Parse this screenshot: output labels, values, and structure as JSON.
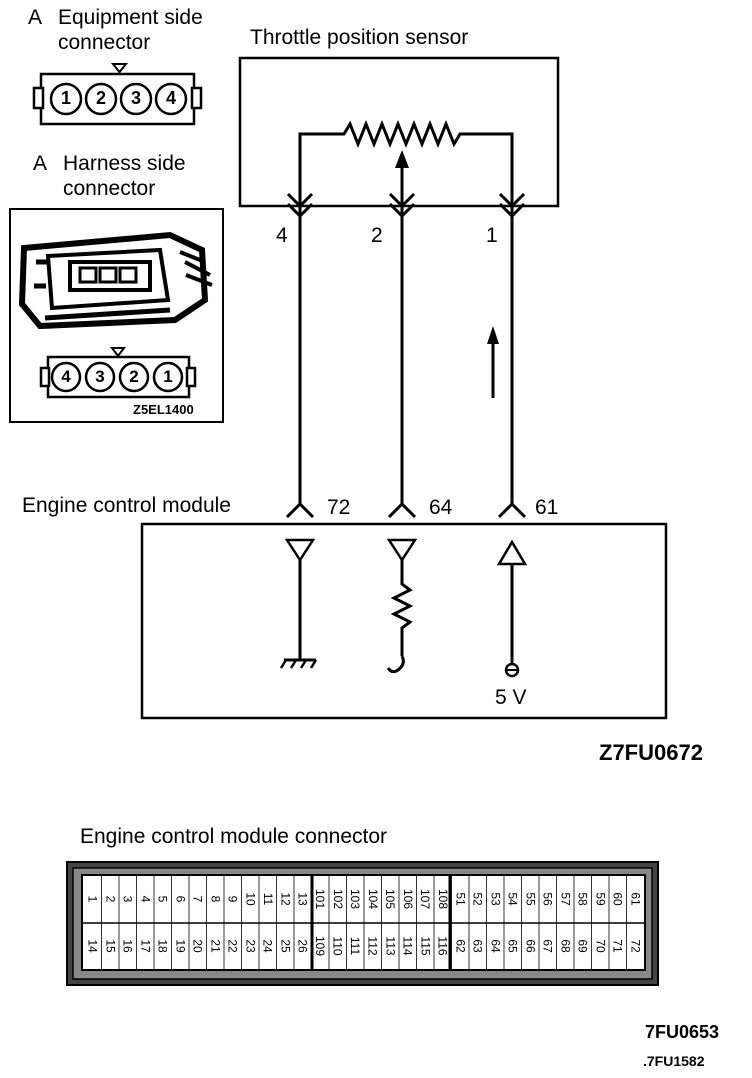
{
  "equipment_connector": {
    "letter": "A",
    "title_line1": "Equipment side",
    "title_line2": "connector",
    "pins": [
      "1",
      "2",
      "3",
      "4"
    ]
  },
  "harness_connector": {
    "letter": "A",
    "title_line1": "Harness side",
    "title_line2": "connector",
    "pins": [
      "4",
      "3",
      "2",
      "1"
    ],
    "code": "Z5EL1400"
  },
  "sensor": {
    "title": "Throttle position sensor",
    "terminals": [
      "4",
      "2",
      "1"
    ]
  },
  "ecm": {
    "title": "Engine control module",
    "terminals": [
      "72",
      "64",
      "61"
    ],
    "voltage": "5 V"
  },
  "diagram_code": "Z7FU0672",
  "ecm_connector": {
    "title": "Engine control module connector",
    "top_row": [
      "1",
      "2",
      "3",
      "4",
      "5",
      "6",
      "7",
      "8",
      "9",
      "10",
      "11",
      "12",
      "13",
      "101",
      "102",
      "103",
      "104",
      "105",
      "106",
      "107",
      "108",
      "51",
      "52",
      "53",
      "54",
      "55",
      "56",
      "57",
      "58",
      "59",
      "60",
      "61"
    ],
    "bottom_row": [
      "14",
      "15",
      "16",
      "17",
      "18",
      "19",
      "20",
      "21",
      "22",
      "23",
      "24",
      "25",
      "26",
      "109",
      "110",
      "111",
      "112",
      "113",
      "114",
      "115",
      "116",
      "62",
      "63",
      "64",
      "65",
      "66",
      "67",
      "68",
      "69",
      "70",
      "71",
      "72"
    ],
    "code1": "7FU0653",
    "code2": ".7FU1582"
  }
}
